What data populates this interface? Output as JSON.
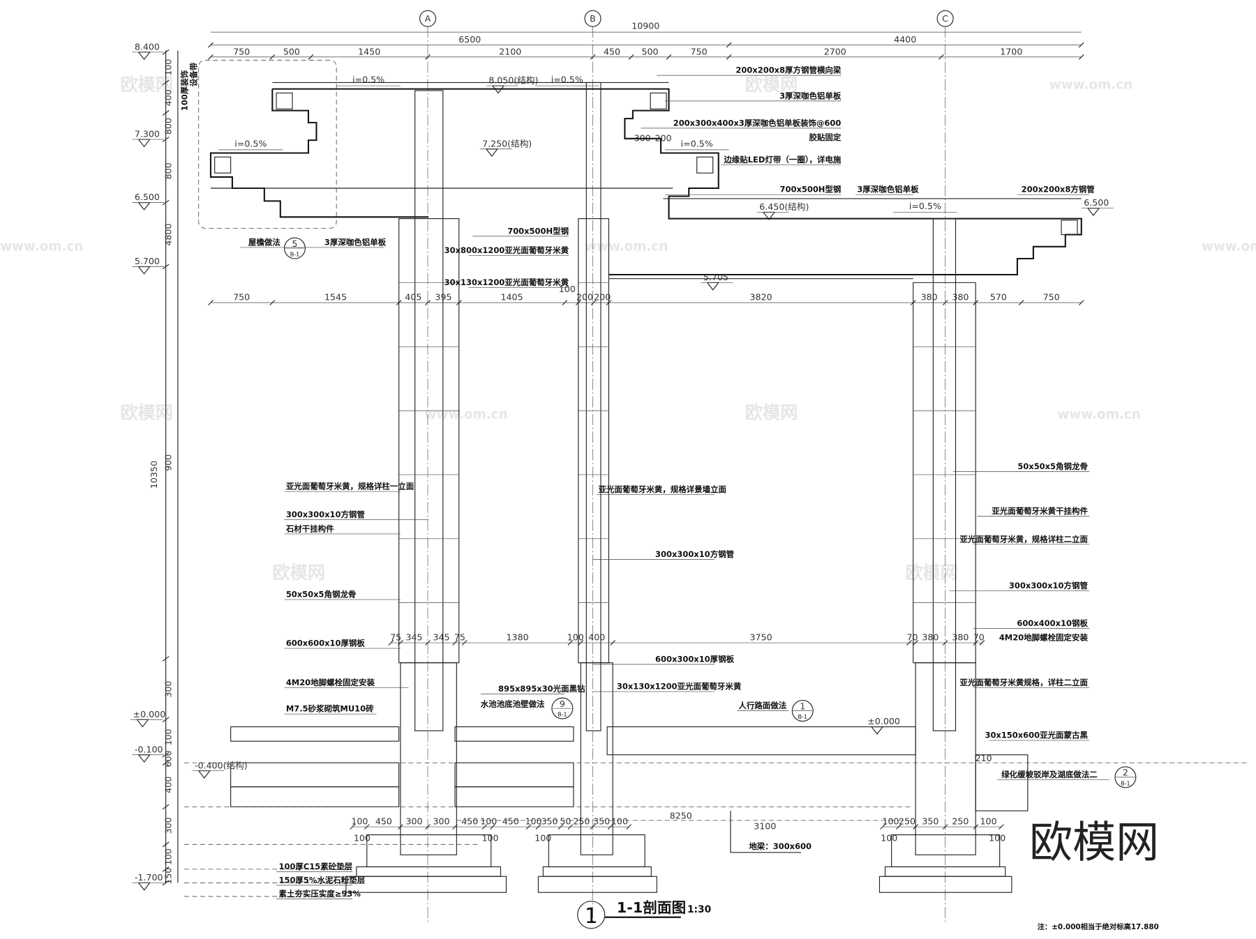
{
  "axes": [
    "A",
    "B",
    "C"
  ],
  "title": {
    "number": "1",
    "name": "1-1剖面图",
    "scale": "1:30"
  },
  "note": "注：±0.000相当于绝对标高17.880",
  "watermark": {
    "logo": "欧模网",
    "url": "www.om.cn"
  },
  "dims": {
    "overall": "10900",
    "row2": [
      "6500",
      "4400"
    ],
    "row3": [
      "750",
      "500",
      "1450",
      "2100",
      "450",
      "500",
      "750",
      "2700",
      "1700"
    ],
    "row4": [
      "750",
      "1545",
      "405",
      "395",
      "1405",
      "100",
      "200",
      "200",
      "3820",
      "380",
      "380",
      "570",
      "750"
    ],
    "row5": [
      "75",
      "345",
      "345",
      "75",
      "1380",
      "100",
      "400",
      "3750",
      "70",
      "380",
      "380",
      "70"
    ],
    "row6": [
      "100",
      "450",
      "300",
      "300",
      "450",
      "100",
      "450",
      "100",
      "350",
      "50",
      "250",
      "350",
      "100"
    ],
    "row7": [
      "100",
      "100",
      "100",
      "100",
      "100"
    ],
    "ground_beam_span": "8250",
    "right_span": "3100",
    "right_row6": [
      "100",
      "250",
      "350",
      "250",
      "100"
    ],
    "vertical_total": "10350",
    "vertical": [
      "100",
      "400",
      "800",
      "800",
      "4800",
      "900",
      "300",
      "100",
      "600",
      "400",
      "300",
      "100",
      "150"
    ],
    "roof_300": "300",
    "roof_200": "200",
    "edge_210": "210"
  },
  "levels": {
    "l8400": "8.400",
    "l7300": "7.300",
    "l6500": "6.500",
    "l5700": "5.700",
    "l0": "±0.000",
    "lm0100": "-0.100",
    "lm0400": "-0.400(结构)",
    "lm1700": "-1.700",
    "l8050": "8.050(结构)",
    "l7250": "7.250(结构)",
    "l6450": "6.450(结构)",
    "l6500r": "6.500",
    "l5705": "5.705",
    "l0pav": "±0.000",
    "slope": "i=0.5%"
  },
  "labels": {
    "beam_top": "200x200x8厚方钢管横向梁",
    "alu1": "3厚深咖色铝单板",
    "alu_deco": "200x300x400x3厚深咖色铝单板装饰@600",
    "glue": "胶贴固定",
    "led": "边缘贴LED灯带（一圈），详电施",
    "hbeam_r": "700x500H型钢",
    "alu2": "3厚深咖色铝单板",
    "tube_r": "200x200x8方钢管",
    "eave": "屋檐做法",
    "alu3": "3厚深咖色铝单板",
    "hbeam_l": "700x500H型钢",
    "stone800": "30x800x1200亚光面葡萄牙米黄",
    "stone130": "30x130x1200亚光面葡萄牙米黄",
    "l_stone": "亚光面葡萄牙米黄，规格详柱一立面",
    "l_tube": "300x300x10方钢管",
    "l_hanger": "石材干挂构件",
    "l_angle": "50x50x5角钢龙骨",
    "l_plate": "600x600x10厚钢板",
    "l_bolt": "4M20地脚螺栓固定安装",
    "l_brick": "M7.5砂浆砌筑MU10砖",
    "m_stone": "亚光面葡萄牙米黄，规格详景墙立面",
    "m_tube": "300x300x10方钢管",
    "m_plate": "600x300x10厚钢板",
    "m_stone130": "30x130x1200亚光面葡萄牙米黄",
    "black": "895x895x30光面黑钻",
    "pool": "水池池底池壁做法",
    "pavement": "人行路面做法",
    "r_angle": "50x50x5角钢龙骨",
    "r_hanger": "亚光面葡萄牙米黄干挂构件",
    "r_stone": "亚光面葡萄牙米黄，规格详柱二立面",
    "r_tube": "300x300x10方钢管",
    "r_plate": "600x400x10钢板",
    "r_bolt": "4M20地脚螺栓固定安装",
    "r_stone2": "亚光面葡萄牙米黄规格，详柱二立面",
    "r_black": "30x150x600亚光面蒙古黑",
    "r_bank": "绿化缓坡驳岸及湖底做法二",
    "c15": "100厚C15素砼垫层",
    "stonepowder": "150厚5%水泥石粉垫层",
    "soil": "素土夯实压实度≥93%",
    "groundbeam": "地梁：300x600",
    "side_a": "100厚装饰",
    "side_b": "设备带"
  },
  "callouts": [
    {
      "num": "5",
      "sheet": "B-1"
    },
    {
      "num": "9",
      "sheet": "B-1"
    },
    {
      "num": "1",
      "sheet": "B-1"
    },
    {
      "num": "2",
      "sheet": "B-1"
    }
  ]
}
